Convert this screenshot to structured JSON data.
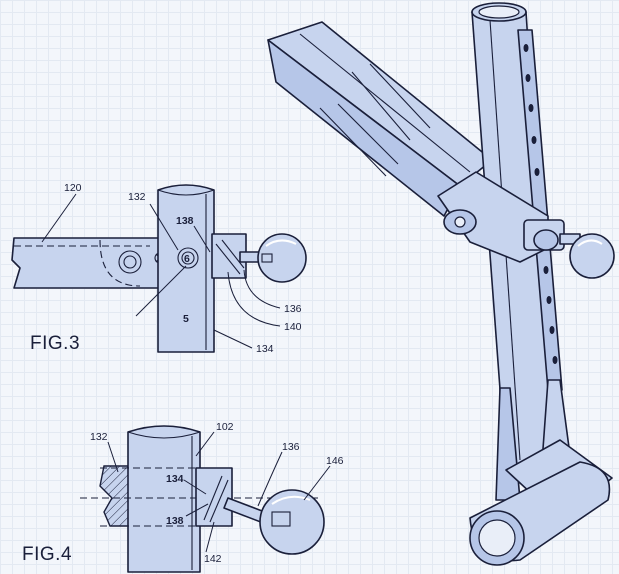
{
  "figures": {
    "fig3": {
      "title": "FIG.3"
    },
    "fig4": {
      "title": "FIG.4"
    }
  },
  "labels": {
    "fig3_120": "120",
    "fig3_132": "132",
    "fig3_138": "138",
    "fig3_136": "136",
    "fig3_140": "140",
    "fig3_134": "134",
    "fig3_5": "5",
    "fig3_6": "6",
    "fig4_132": "132",
    "fig4_102": "102",
    "fig4_136": "136",
    "fig4_146": "146",
    "fig4_134": "134",
    "fig4_138": "138",
    "fig4_142": "142"
  },
  "colors": {
    "paper": "#f3f6fb",
    "grid": "#e3e9f2",
    "part_fill": "#c7d4ee",
    "ink": "#1a1f3a"
  }
}
